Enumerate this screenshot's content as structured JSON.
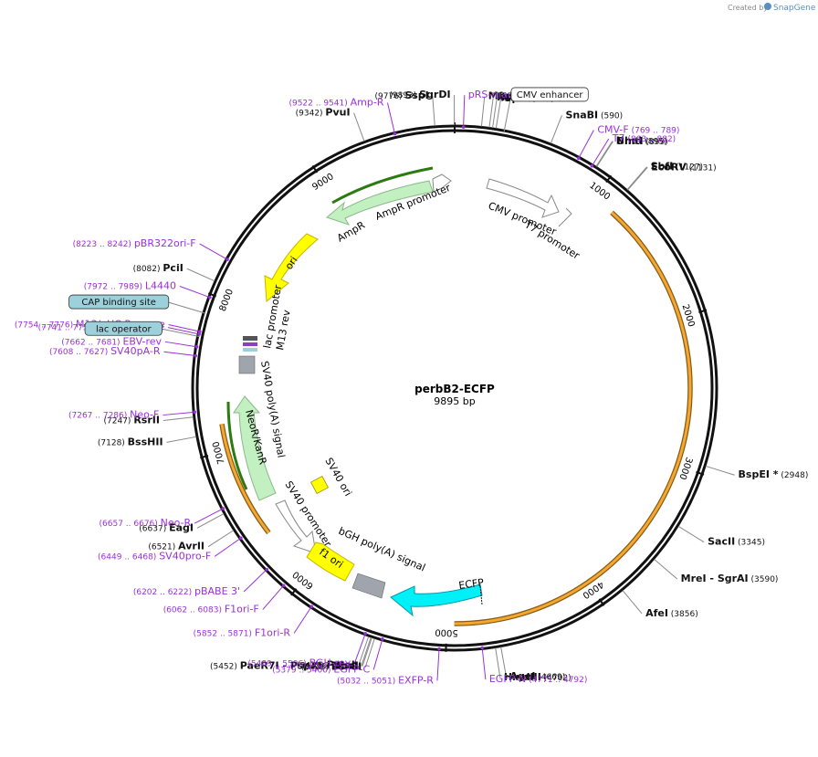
{
  "credit": {
    "prefix": "Created by",
    "brand": "SnapGene"
  },
  "plasmid": {
    "name": "perbB2-ECFP",
    "length": "9895 bp"
  },
  "ticks": [
    "1000",
    "2000",
    "3000",
    "4000",
    "5000",
    "6000",
    "7000",
    "8000",
    "9000"
  ],
  "enzymes": [
    {
      "name": "SgrDI",
      "pos": "(9893)",
      "bp": 9893
    },
    {
      "name": "SspI",
      "pos": "(9776)",
      "bp": 9776
    },
    {
      "name": "PvuI",
      "pos": "(9342)",
      "bp": 9342
    },
    {
      "name": "MfeI",
      "pos": "(161)",
      "bp": 161
    },
    {
      "name": "NruI",
      "pos": "(208)",
      "bp": 208
    },
    {
      "name": "MluI",
      "pos": "(228)",
      "bp": 228
    },
    {
      "name": "SpeI",
      "pos": "(249)",
      "bp": 249
    },
    {
      "name": "SnaBI",
      "pos": "(590)",
      "bp": 590
    },
    {
      "name": "NheI",
      "pos": "(895)",
      "bp": 895
    },
    {
      "name": "BmtI",
      "pos": "(899)",
      "bp": 899
    },
    {
      "name": "SbfI",
      "pos": "(1127)",
      "bp": 1127
    },
    {
      "name": "EcoRV",
      "pos": "(1131)",
      "bp": 1131
    },
    {
      "name": "BspEI *",
      "pos": "(2948)",
      "bp": 2948
    },
    {
      "name": "SacII",
      "pos": "(3345)",
      "bp": 3345
    },
    {
      "name": "MreI  - SgrAI",
      "pos": "(3590)",
      "bp": 3590
    },
    {
      "name": "AfeI",
      "pos": "(3856)",
      "bp": 3856
    },
    {
      "name": "AgeI",
      "pos": "(4669)",
      "bp": 4669
    },
    {
      "name": "HindIII",
      "pos": "(4702)",
      "bp": 4702
    },
    {
      "name": "BsrGI",
      "pos": "(5435)",
      "bp": 5435
    },
    {
      "name": "PaeR7I  - PspXI  - XhoI",
      "pos": "(5452)",
      "bp": 5452
    },
    {
      "name": "XbaI",
      "pos": "(5458)",
      "bp": 5458
    },
    {
      "name": "PmeI",
      "pos": "(5473)",
      "bp": 5473
    },
    {
      "name": "AvrII",
      "pos": "(6521)",
      "bp": 6521
    },
    {
      "name": "EagI",
      "pos": "(6637)",
      "bp": 6637
    },
    {
      "name": "BssHII",
      "pos": "(7128)",
      "bp": 7128
    },
    {
      "name": "RsrII",
      "pos": "(7247)",
      "bp": 7247
    },
    {
      "name": "PciI",
      "pos": "(8082)",
      "bp": 8082
    }
  ],
  "primers": [
    {
      "name": "pRS-marker",
      "range": "(44 .. 63)",
      "bp": 53
    },
    {
      "name": "Amp-R",
      "range": "(9522 .. 9541)",
      "bp": 9531
    },
    {
      "name": "CMV-F",
      "range": "(769 .. 789)",
      "bp": 779
    },
    {
      "name": "T7",
      "range": "(863 .. 882)",
      "bp": 872
    },
    {
      "name": "pBR322ori-F",
      "range": "(8223 .. 8242)",
      "bp": 8232
    },
    {
      "name": "L4440",
      "range": "(7972 .. 7989)",
      "bp": 7980
    },
    {
      "name": "M13/pUC Reverse",
      "range": "(7754 .. 7776)",
      "bp": 7765
    },
    {
      "name": "M13 Reverse",
      "range": "(7741 .. 7757)",
      "bp": 7749
    },
    {
      "name": "EBV-rev",
      "range": "(7662 .. 7681)",
      "bp": 7671
    },
    {
      "name": "SV40pA-R",
      "range": "(7608 .. 7627)",
      "bp": 7617
    },
    {
      "name": "Neo-F",
      "range": "(7267 .. 7286)",
      "bp": 7276
    },
    {
      "name": "Neo-R",
      "range": "(6657 .. 6676)",
      "bp": 6666
    },
    {
      "name": "SV40pro-F",
      "range": "(6449 .. 6468)",
      "bp": 6458
    },
    {
      "name": "pBABE 3'",
      "range": "(6202 .. 6222)",
      "bp": 6212
    },
    {
      "name": "F1ori-F",
      "range": "(6062 .. 6083)",
      "bp": 6072
    },
    {
      "name": "F1ori-R",
      "range": "(5852 .. 5871)",
      "bp": 5861
    },
    {
      "name": "BGH-rev",
      "range": "(5489 .. 5506)",
      "bp": 5497
    },
    {
      "name": "EGFP-C",
      "range": "(5379 .. 5400)",
      "bp": 5389
    },
    {
      "name": "EXFP-R",
      "range": "(5032 .. 5051)",
      "bp": 5041
    },
    {
      "name": "EGFP-N",
      "range": "(4771 .. 4792)",
      "bp": 4781
    }
  ],
  "boxed_features": [
    {
      "name": "CMV enhancer",
      "bp": 300
    },
    {
      "name": "CAP binding site",
      "bp": 7880
    },
    {
      "name": "lac operator",
      "bp": 7735
    }
  ],
  "features": {
    "cmv_promoter": "CMV promoter",
    "t7_promoter": "T7 promoter",
    "ampr_promoter": "AmpR promoter",
    "ampr": "AmpR",
    "ori": "ori",
    "lac_promoter": "lac promoter",
    "m13_rev": "M13 rev",
    "sv40_polya": "SV40 poly(A) signal",
    "neor_kanr": "NeoR/KanR",
    "sv40_ori": "SV40 ori",
    "sv40_promoter": "SV40 promoter",
    "f1_ori": "f1 ori",
    "bgh_polya": "bGH poly(A) signal",
    "ecfp": "ECFP"
  },
  "colors": {
    "backbone": "#111111",
    "enzyme_line": "#888888",
    "primer": "#9b30d9",
    "orf_orange": "#f2a833",
    "promoter_outline": "#888888",
    "ampr_green": "#c2f0c0",
    "ori_yellow": "#ffff00",
    "ecfp_cyan": "#00f0f8",
    "polya_grey": "#a0a4ac",
    "boxed_feature": "#9cd1dc",
    "dark_green": "#2c7a12"
  }
}
